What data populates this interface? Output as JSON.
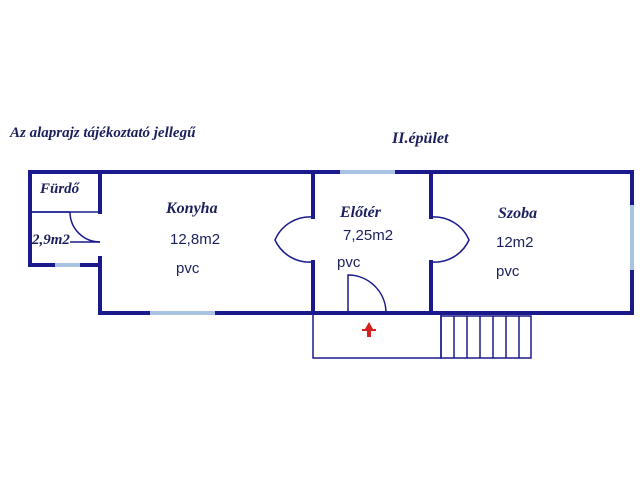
{
  "notes": {
    "disclaimer": "Az alaprajz tájékoztató jellegű",
    "building": "II.épület"
  },
  "rooms": {
    "furdo": {
      "name": "Fürdő",
      "area": "2,9m2"
    },
    "konyha": {
      "name": "Konyha",
      "area": "12,8m2",
      "floor": "pvc"
    },
    "eloter": {
      "name": "Előtér",
      "area": "7,25m2",
      "floor": "pvc"
    },
    "szoba": {
      "name": "Szoba",
      "area": "12m2",
      "floor": "pvc"
    }
  },
  "colors": {
    "wall": "#1a1a8c",
    "window": "#a8c4e0",
    "text": "#1b1f5c",
    "entrance_mark": "#d42020"
  }
}
